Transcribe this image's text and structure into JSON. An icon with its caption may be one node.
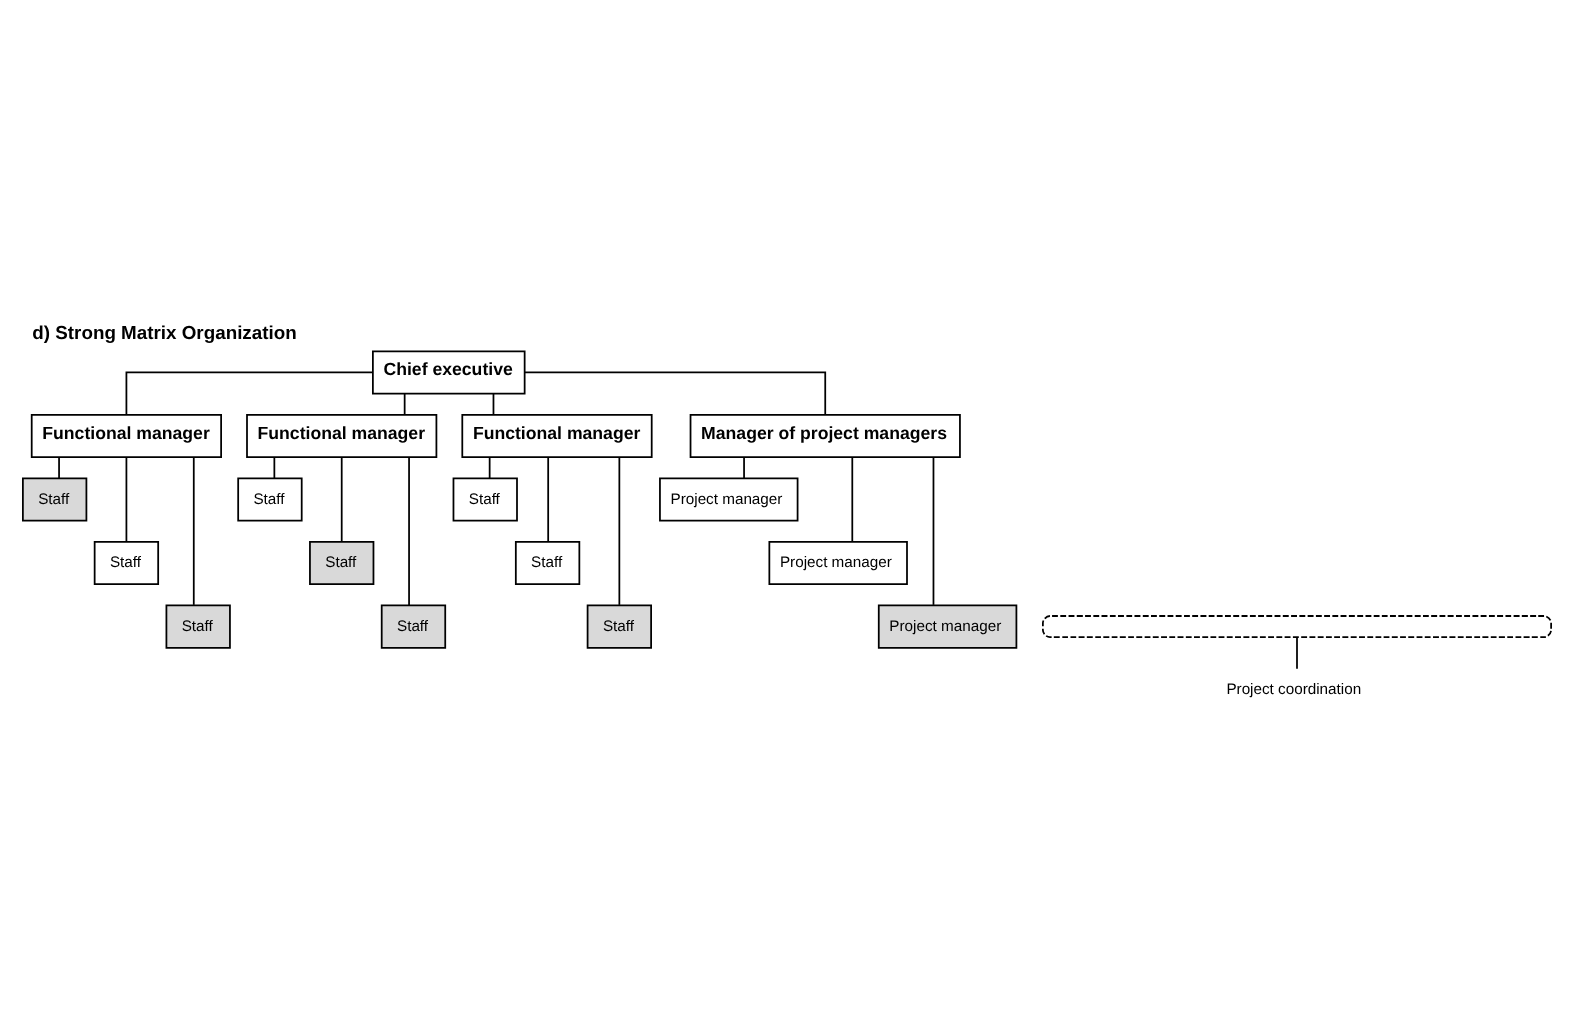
{
  "diagram": {
    "title": "d) Strong Matrix Organization",
    "nodes": [
      {
        "text": [
          "Chief executive"
        ]
      },
      {
        "text": [
          "Functional manager"
        ]
      },
      {
        "text": [
          "Functional manager"
        ]
      },
      {
        "text": [
          "Functional manager"
        ]
      },
      {
        "text": [
          "Manager of project managers"
        ]
      },
      {
        "text": [
          "Staff"
        ]
      },
      {
        "text": [
          "Staff"
        ]
      },
      {
        "text": [
          "Staff"
        ]
      },
      {
        "text": [
          "Staff"
        ]
      },
      {
        "text": [
          "Staff"
        ]
      },
      {
        "text": [
          "Staff"
        ]
      },
      {
        "text": [
          "Staff"
        ]
      },
      {
        "text": [
          "Staff"
        ]
      },
      {
        "text": [
          "Staff"
        ]
      },
      {
        "text": [
          "Project manager"
        ]
      },
      {
        "text": [
          "Project manager"
        ]
      },
      {
        "text": [
          "Project manager"
        ]
      },
      {
        "text": [],
        "shape": "box"
      },
      {
        "text": [
          "Project coordination"
        ]
      }
    ],
    "edges": [
      {
        "from": 0,
        "to": 1,
        "arrow": "none"
      },
      {
        "from": 0,
        "to": 2,
        "arrow": "none"
      },
      {
        "from": 0,
        "to": 3,
        "arrow": "none"
      },
      {
        "from": 0,
        "to": 4,
        "arrow": "none"
      },
      {
        "from": 1,
        "to": 5,
        "arrow": "none"
      },
      {
        "from": 1,
        "to": 6,
        "arrow": "none"
      },
      {
        "from": 1,
        "to": 7,
        "arrow": "none"
      },
      {
        "from": 2,
        "to": 8,
        "arrow": "none"
      },
      {
        "from": 2,
        "to": 9,
        "arrow": "none"
      },
      {
        "from": 2,
        "to": 10,
        "arrow": "none"
      },
      {
        "from": 3,
        "to": 11,
        "arrow": "none"
      },
      {
        "from": 3,
        "to": 12,
        "arrow": "none"
      },
      {
        "from": 3,
        "to": 13,
        "arrow": "none"
      },
      {
        "from": 4,
        "to": 14,
        "arrow": "none"
      },
      {
        "from": 4,
        "to": 15,
        "arrow": "none"
      },
      {
        "from": 4,
        "to": 16,
        "arrow": "none"
      },
      {
        "from": 18,
        "to": 17,
        "arrow": "none"
      }
    ]
  }
}
